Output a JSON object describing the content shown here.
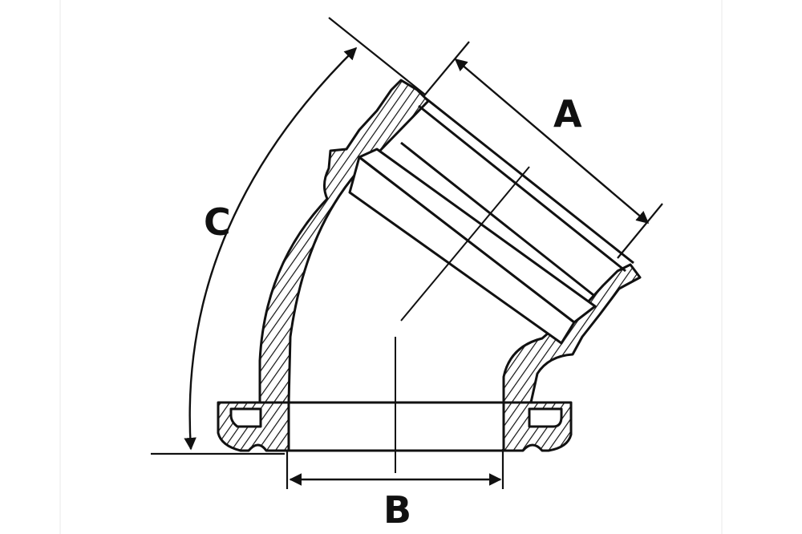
{
  "diagram": {
    "labels": {
      "a": "A",
      "b": "B",
      "c": "C"
    },
    "colors": {
      "ink": "#111111",
      "background": "#ffffff",
      "guide": "#e9e9e9"
    }
  }
}
